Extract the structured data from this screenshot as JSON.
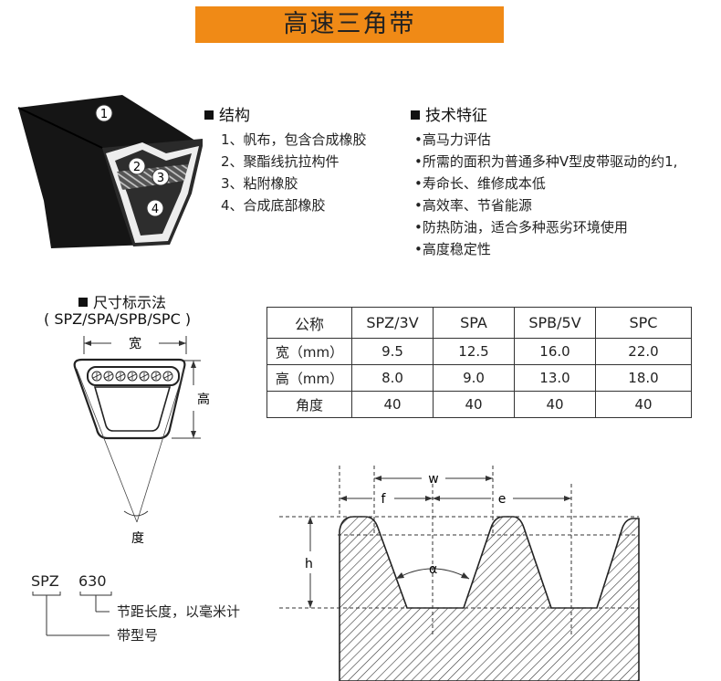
{
  "title": "高速三角带",
  "structure": {
    "heading": "结构",
    "items": [
      "1、帆布，包含合成橡胶",
      "2、聚酯线抗拉构件",
      "3、粘附橡胶",
      "4、合成底部橡胶"
    ],
    "markers": [
      "1",
      "2",
      "3",
      "4"
    ]
  },
  "features": {
    "heading": "技术特征",
    "items": [
      "•高马力评估",
      "•所需的面积为普通多种V型皮带驱动的约1,",
      "•寿命长、维修成本低",
      "•高效率、节省能源",
      "•防热防油，适合多种恶劣环境使用",
      "•高度稳定性"
    ]
  },
  "dimension": {
    "heading": "尺寸标示法",
    "subheading": "( SPZ/SPA/SPB/SPC )",
    "width_label": "宽",
    "height_label": "高",
    "angle_label": "度"
  },
  "spec_table": {
    "headers": [
      "公称",
      "SPZ/3V",
      "SPA",
      "SPB/5V",
      "SPC"
    ],
    "rows": [
      [
        "宽（mm）",
        "9.5",
        "12.5",
        "16.0",
        "22.0"
      ],
      [
        "高（mm）",
        "8.0",
        "9.0",
        "13.0",
        "18.0"
      ],
      [
        "角度",
        "40",
        "40",
        "40",
        "40"
      ]
    ]
  },
  "code_example": {
    "type": "SPZ",
    "length": "630",
    "length_desc": "节距长度，以毫米计",
    "type_desc": "带型号"
  },
  "pulley": {
    "w": "w",
    "f": "f",
    "e": "e",
    "h": "h",
    "alpha": "α"
  }
}
